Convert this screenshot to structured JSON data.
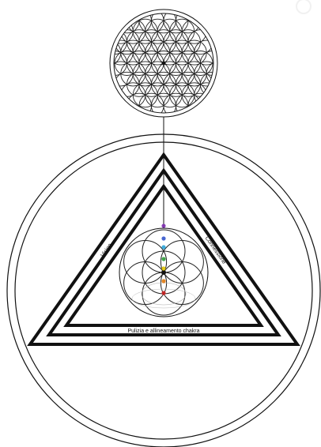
{
  "labels": {
    "left_side": "Vision",
    "right_side": "Connessione",
    "bottom": "Pulizia e allineamento chakra"
  },
  "colors": {
    "background": "#ffffff",
    "line": "#111111",
    "chakra_dots": [
      "#7e2fb0",
      "#3355cc",
      "#2aa3d8",
      "#2e9b3a",
      "#e0c400",
      "#e07a10",
      "#cc2222"
    ]
  },
  "icons": {
    "top_emblem": "flower-of-life-icon",
    "center_emblem": "seed-of-life-icon",
    "corner_mark": "watermark-icon"
  }
}
